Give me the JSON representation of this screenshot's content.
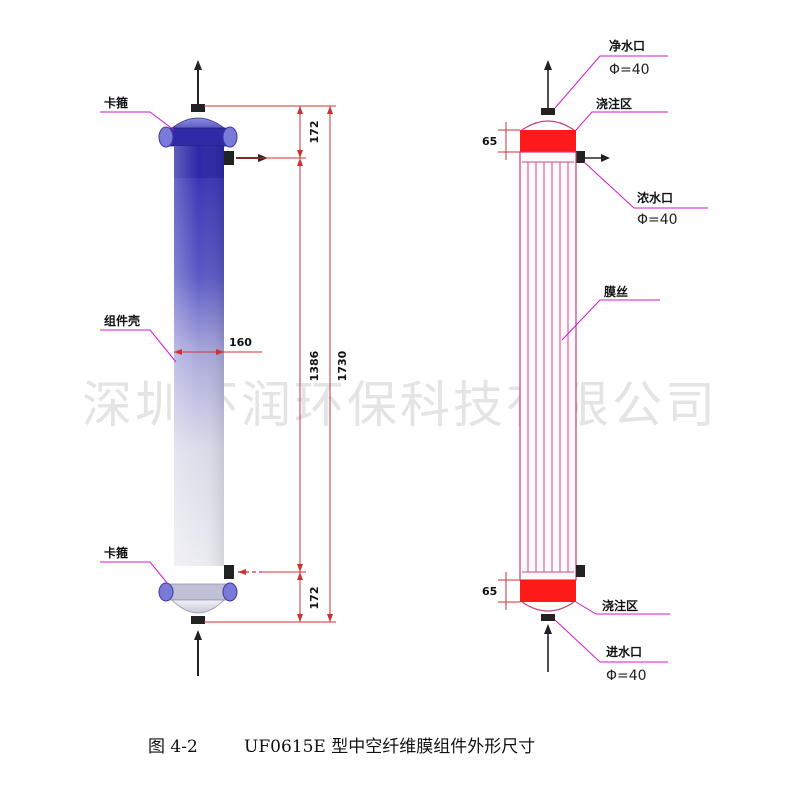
{
  "left_figure": {
    "labels": {
      "clamp_top": "卡箍",
      "shell": "组件壳",
      "clamp_bottom": "卡箍"
    },
    "dimensions": {
      "top_cap": "172",
      "diameter": "160",
      "body": "1386",
      "total": "1730",
      "bottom_cap": "172"
    }
  },
  "right_figure": {
    "labels": {
      "clean_outlet": "净水口",
      "clean_outlet_phi": "Φ=40",
      "potting_top": "浇注区",
      "concentrate_outlet": "浓水口",
      "concentrate_outlet_phi": "Φ=40",
      "fiber": "膜丝",
      "potting_bottom": "浇注区",
      "inlet": "进水口",
      "inlet_phi": "Φ=40"
    },
    "dimensions": {
      "potting_top": "65",
      "potting_bottom": "65"
    }
  },
  "watermark": "深圳环润环保科技有限公司",
  "caption": {
    "figure_no": "图 4-2",
    "text": "UF0615E 型中空纤维膜组件外形尺寸"
  },
  "colors": {
    "leader": "#d01ad0",
    "potting": "#ff1a1a",
    "fiber": "#c0508a",
    "dim_line": "#d03030"
  }
}
